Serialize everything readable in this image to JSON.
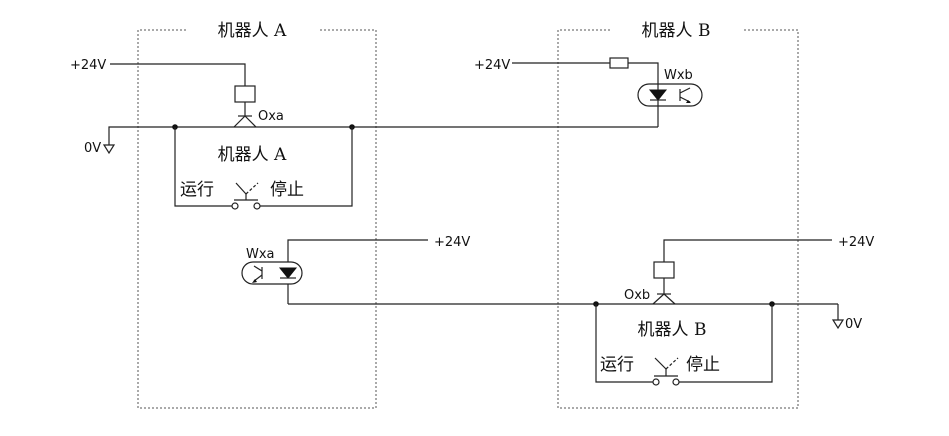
{
  "robot_a": {
    "title": "机器人 A",
    "inner_label": "机器人 A",
    "run_label": "运行",
    "stop_label": "停止",
    "output_label": "Oxa",
    "input_label": "Wxa",
    "supply_top": "+24V",
    "supply_input": "+24V",
    "ground": "0V"
  },
  "robot_b": {
    "title": "机器人 B",
    "inner_label": "机器人 B",
    "run_label": "运行",
    "stop_label": "停止",
    "output_label": "Oxb",
    "input_label": "Wxb",
    "supply_input": "+24V",
    "supply_relay": "+24V",
    "ground": "0V"
  }
}
